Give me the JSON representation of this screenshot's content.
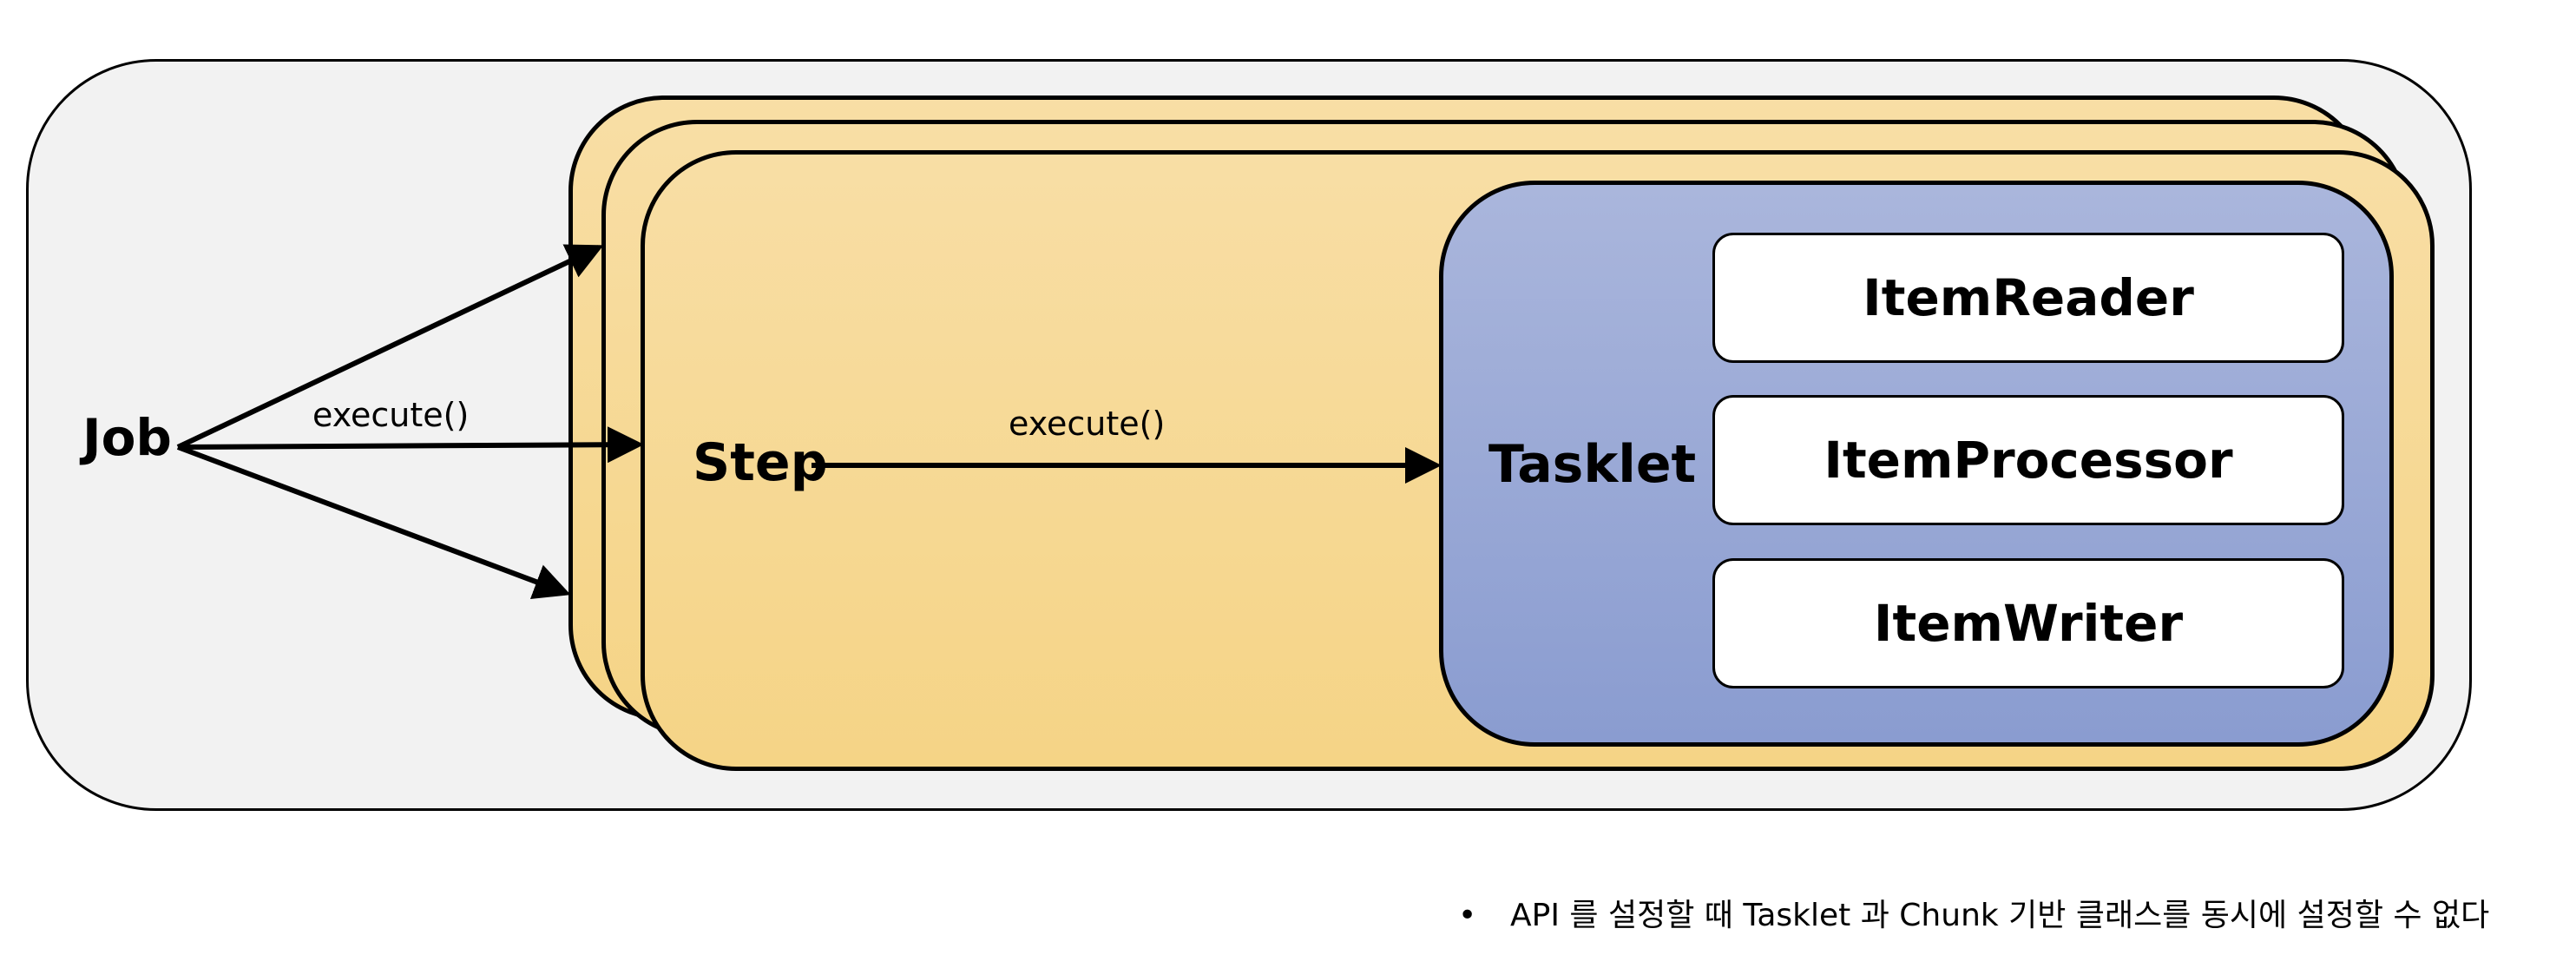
{
  "nodes": {
    "job": "Job",
    "step": "Step",
    "tasklet": "Tasklet",
    "item_reader": "ItemReader",
    "item_processor": "ItemProcessor",
    "item_writer": "ItemWriter"
  },
  "edges": {
    "job_to_step": "execute()",
    "step_to_tasklet": "execute()"
  },
  "note": {
    "bullet": "•",
    "text": "API 를 설정할 때 Tasklet 과 Chunk 기반 클래스를 동시에 설정할 수 없다"
  }
}
